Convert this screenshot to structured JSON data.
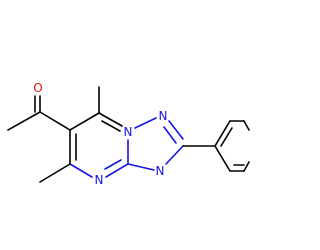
{
  "molecule": {
    "atoms": {
      "oxygen": "O",
      "n1": "N",
      "n2": "N",
      "n3": "N",
      "n4": "N"
    },
    "colors": {
      "bond": "#000000",
      "nitrogen": "#1414e6",
      "oxygen": "#e61414",
      "background": "#ffffff"
    }
  }
}
